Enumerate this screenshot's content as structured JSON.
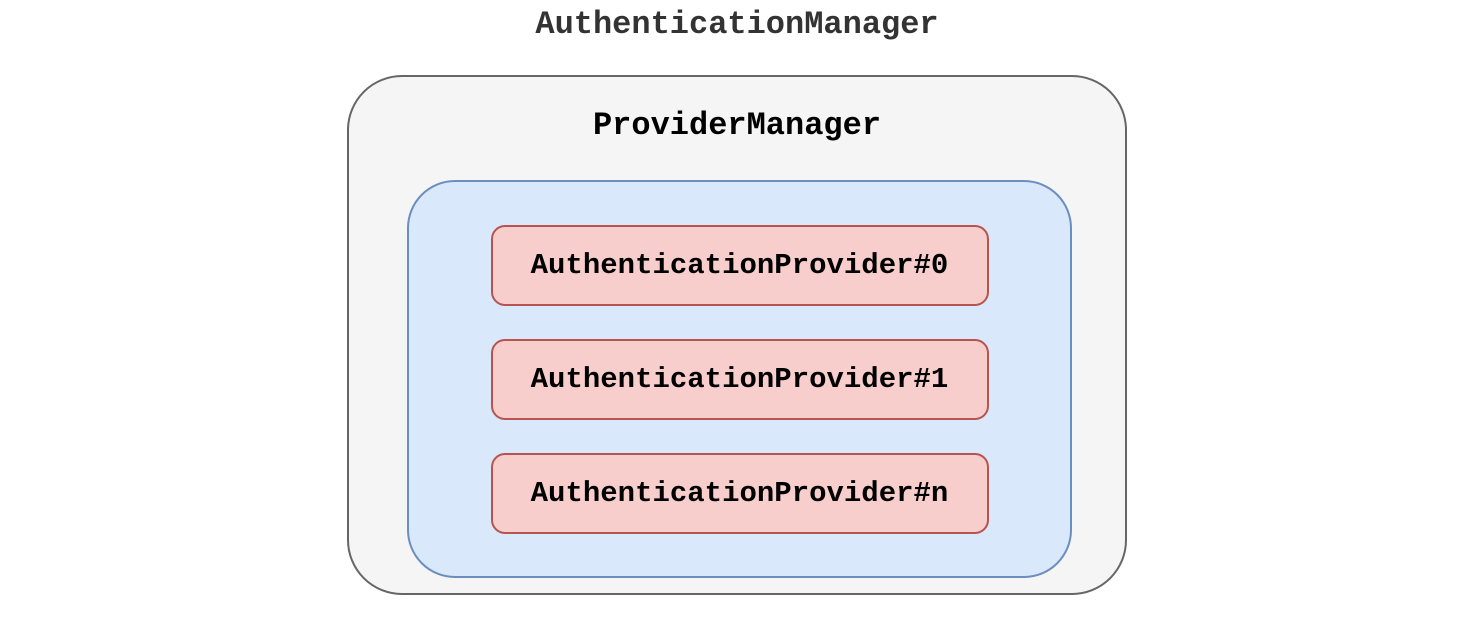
{
  "diagram": {
    "title": "AuthenticationManager",
    "provider_manager": {
      "label": "ProviderManager"
    },
    "providers": [
      {
        "label": "AuthenticationProvider#0"
      },
      {
        "label": "AuthenticationProvider#1"
      },
      {
        "label": "AuthenticationProvider#n"
      }
    ]
  },
  "colors": {
    "background": "#ffffff",
    "outer_fill": "#f5f5f5",
    "outer_stroke": "#666666",
    "inner_fill": "#dae8fc",
    "inner_stroke": "#6c8ebf",
    "provider_fill": "#f8cecc",
    "provider_stroke": "#b85450",
    "title_text": "#333333",
    "label_text": "#000000"
  }
}
